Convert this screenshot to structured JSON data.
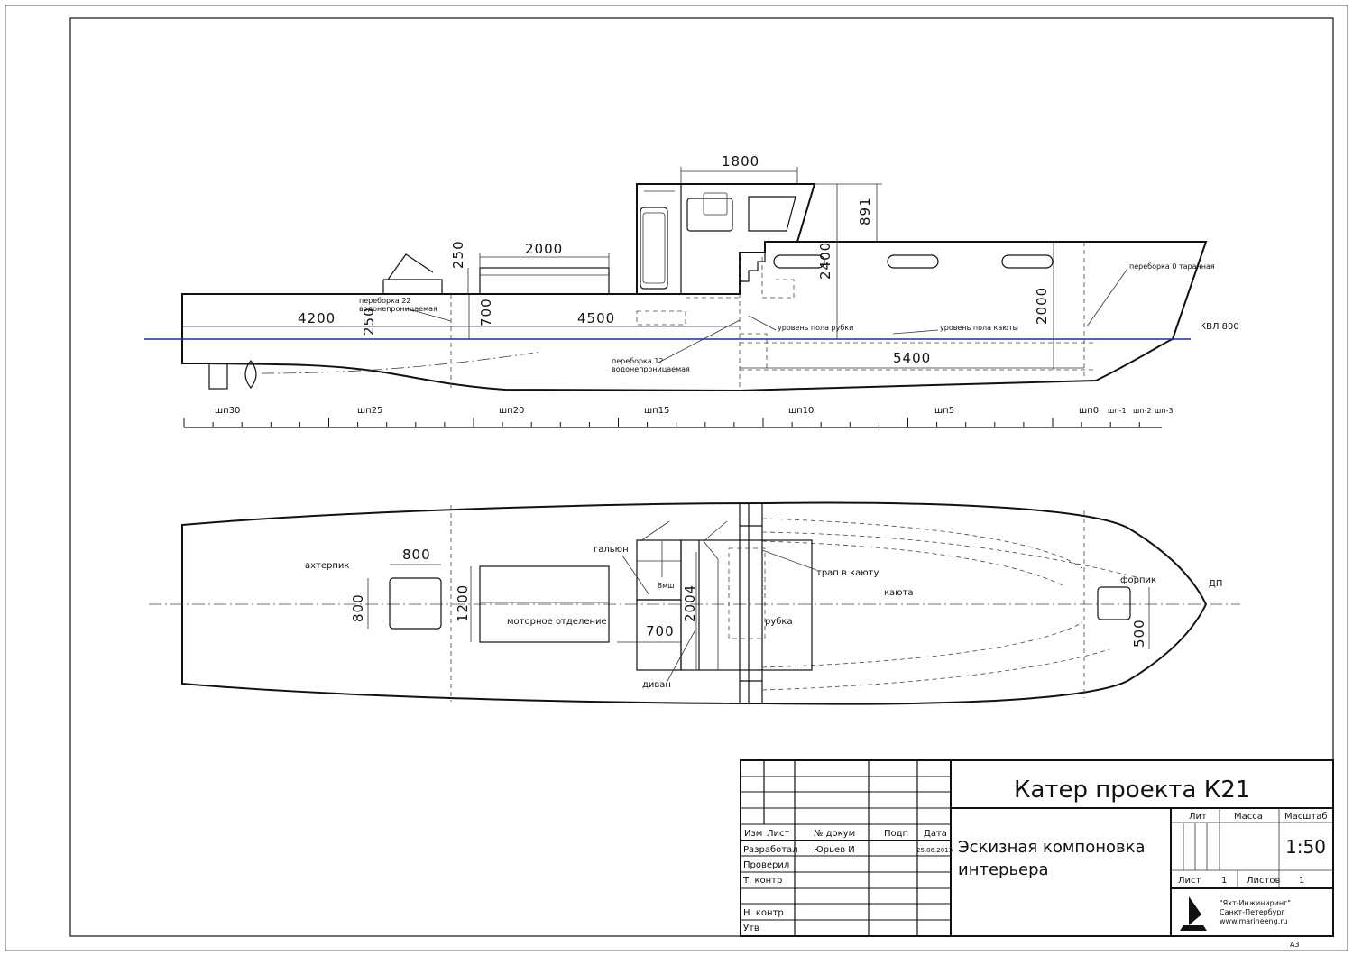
{
  "profile": {
    "dims": {
      "d1800": "1800",
      "d891": "891",
      "d2000_top": "2000",
      "d250_top": "250",
      "d2400": "2400",
      "d2000_right": "2000",
      "d4200": "4200",
      "d250_side": "250",
      "d700": "700",
      "d4500": "4500",
      "d5400": "5400"
    },
    "kvl_label": "КВЛ 800",
    "notes": {
      "bulkhead22": "переборка 22",
      "bulkhead22b": "водонепроницаемая",
      "bulkhead12": "переборка 12",
      "bulkhead12b": "водонепроницаемая",
      "level_wheelhouse": "уровень пола рубки",
      "level_cabin": "уровень пола каюты",
      "bulkhead_fore": "переборка 0 таранная"
    },
    "frames": [
      "шп30",
      "шп25",
      "шп20",
      "шп15",
      "шп10",
      "шп5",
      "шп0",
      "шп-1",
      "шп-2",
      "шп-3"
    ]
  },
  "plan": {
    "labels": {
      "afterpeak": "ахтерпик",
      "galley": "гальюн",
      "galley_sub": "8мш",
      "engine_room": "моторное отделение",
      "wheelhouse": "рубка",
      "ladder": "трап в каюту",
      "cabin": "каюта",
      "forepeak": "форпик",
      "dp": "ДП",
      "sofa": "диван"
    },
    "dims": {
      "d800_h": "800",
      "d800_v": "800",
      "d1200": "1200",
      "d700": "700",
      "d2004": "2004",
      "d500": "500"
    }
  },
  "title_block": {
    "title": "Катер проекта К21",
    "subtitle_line1": "Эскизная компоновка",
    "subtitle_line2": "интерьера",
    "col_headers": [
      "Изм",
      "Лист",
      "№ докум",
      "Подп",
      "Дата"
    ],
    "rows": [
      {
        "role": "Разработал",
        "name": "Юрьев И",
        "date": "25.06.2013"
      },
      {
        "role": "Проверил",
        "name": "",
        "date": ""
      },
      {
        "role": "Т. контр",
        "name": "",
        "date": ""
      },
      {
        "role": "",
        "name": "",
        "date": ""
      },
      {
        "role": "Н. контр",
        "name": "",
        "date": ""
      },
      {
        "role": "Утв",
        "name": "",
        "date": ""
      }
    ],
    "lit_label": "Лит",
    "mass_label": "Масса",
    "scale_label": "Масштаб",
    "scale_value": "1:50",
    "sheet_label": "Лист",
    "sheet_value": "1",
    "sheets_label": "Листов",
    "sheets_value": "1",
    "company_line1": "\"Яхт-Инжиниринг\"",
    "company_line2": "Санкт-Петербург",
    "company_line3": "www.marineeng.ru",
    "format": "А3"
  },
  "colors": {
    "waterline": "#1a2fb0",
    "ink": "#111111"
  }
}
